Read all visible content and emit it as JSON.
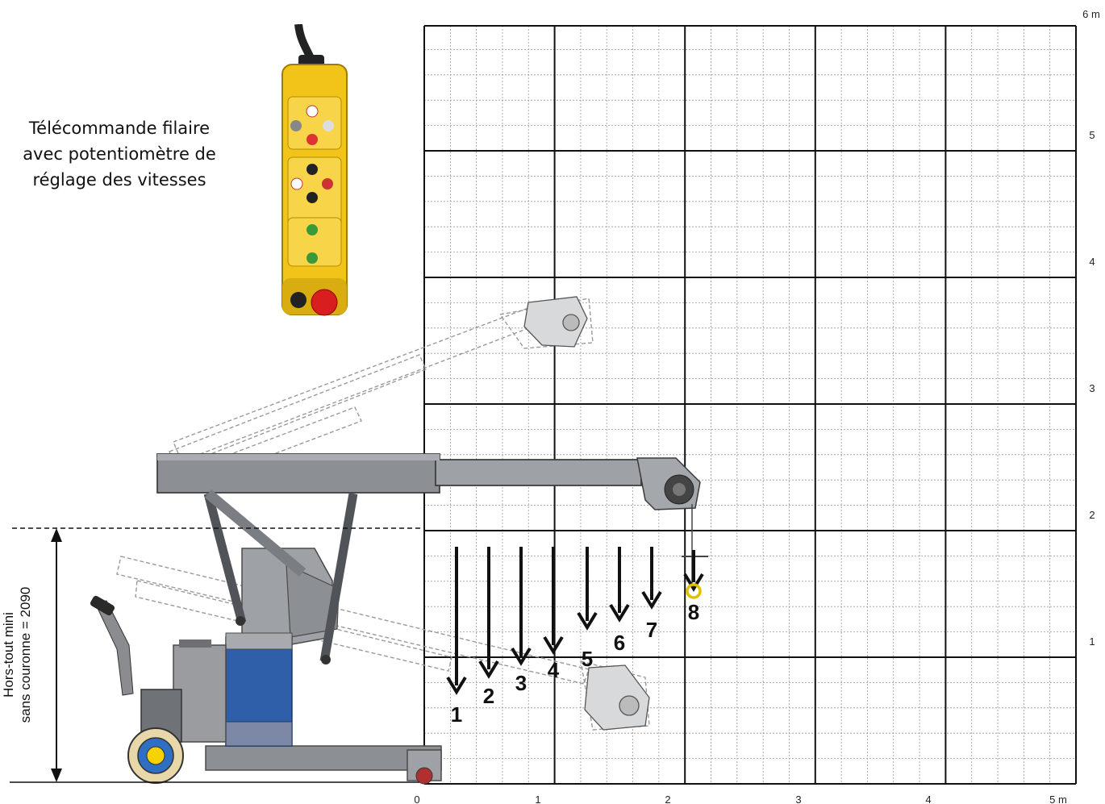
{
  "remote_caption": {
    "line1": "Télécommande filaire",
    "line2": "avec potentiomètre de",
    "line3": "réglage des vitesses"
  },
  "height_caption": {
    "line1": "Hors-tout mini",
    "line2": "sans couronne = 2090"
  },
  "grid": {
    "x_tick_labels": [
      "0",
      "1",
      "2",
      "3",
      "4",
      "5 m"
    ],
    "y_tick_labels": [
      "1",
      "2",
      "3",
      "4",
      "5",
      "6 m"
    ]
  },
  "load_positions": [
    "1",
    "2",
    "3",
    "4",
    "5",
    "6",
    "7",
    "8"
  ],
  "colors": {
    "remote_body": "#f2c318",
    "stop_button": "#d81e1e",
    "crane_grey": "#8c8f93",
    "crane_blue": "#2f5fa8",
    "hook_yellow": "#f5d200",
    "wheel_blue": "#2e6fc4"
  }
}
